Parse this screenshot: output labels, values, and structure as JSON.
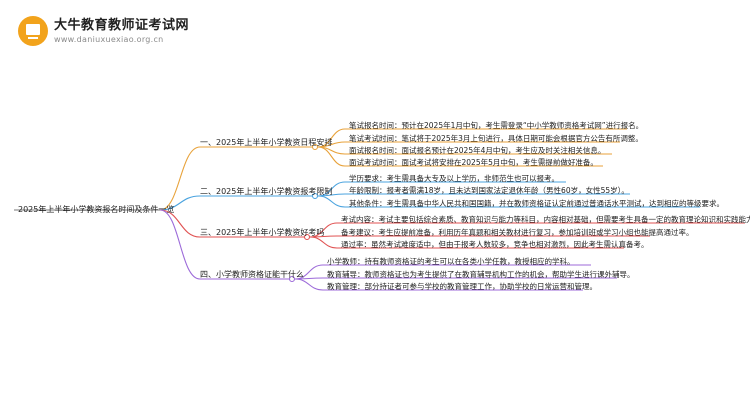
{
  "header": {
    "brand_title": "大牛教育教师证考试网",
    "brand_url": "www.daniuxuexiao.org.cn",
    "logo_icon": "book-icon"
  },
  "mindmap": {
    "root": "2025年上半年小学教资报名时间及条件一览",
    "branches": [
      {
        "label": "一、2025年上半年小学教资日程安排",
        "color": "#e8a23a",
        "items": [
          "笔试报名时间：预计在2025年1月中旬，考生需登录“中小学教师资格考试网”进行报名。",
          "笔试考试时间：笔试将于2025年3月上旬进行，具体日期可能会根据官方公告有所调整。",
          "面试报名时间：面试报名预计在2025年4月中旬，考生应及时关注相关信息。",
          "面试考试时间：面试考试将安排在2025年5月中旬，考生需提前做好准备。"
        ]
      },
      {
        "label": "二、2025年上半年小学教资报考限制",
        "color": "#4aa3df",
        "items": [
          "学历要求：考生需具备大专及以上学历，非师范生也可以报考。",
          "年龄限制：报考者需满18岁，且未达到国家法定退休年龄（男性60岁，女性55岁）。",
          "其他条件：考生需具备中华人民共和国国籍，并在教师资格证认定前通过普通话水平测试，达到相应的等级要求。"
        ]
      },
      {
        "label": "三、2025年上半年小学教资好考吗",
        "color": "#e05252",
        "items": [
          "考试内容：考试主要包括综合素质、教育知识与能力等科目，内容相对基础，但需要考生具备一定的教育理论知识和实践能力。",
          "备考建议：考生应提前准备，利用历年真题和相关教材进行复习，参加培训班或学习小组也能提高通过率。",
          "通过率：虽然考试难度适中，但由于报考人数较多，竞争也相对激烈，因此考生需认真备考。"
        ]
      },
      {
        "label": "四、小学教师资格证能干什么",
        "color": "#9c6ad9",
        "items": [
          "小学教师：持有教师资格证的考生可以在各类小学任教，教授相应的学科。",
          "教育辅导：教师资格证也为考生提供了在教育辅导机构工作的机会，帮助学生进行课外辅导。",
          "教育管理：部分持证者可参与学校的教育管理工作，协助学校的日常运营和管理。"
        ]
      }
    ]
  }
}
